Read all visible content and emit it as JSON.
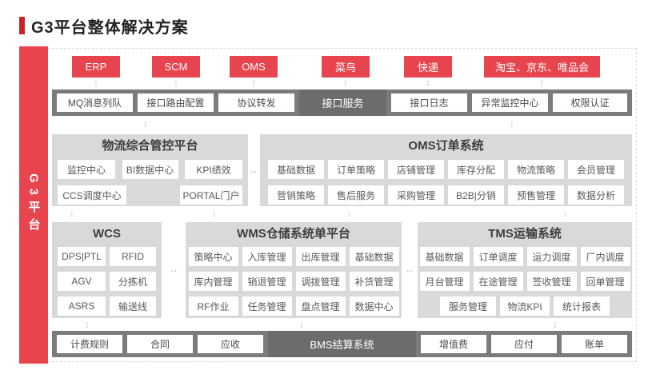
{
  "title": {
    "text": "G3平台整体解决方案"
  },
  "side_bar": {
    "label": "G3平台"
  },
  "sources": {
    "items": [
      "ERP",
      "SCM",
      "OMS",
      "菜鸟",
      "快递",
      "淘宝、京东、唯品会"
    ]
  },
  "interface_bar": {
    "label": "接口服务",
    "left": [
      "MQ消息列队",
      "接口路由配置",
      "协议转发"
    ],
    "right": [
      "接口日志",
      "异常监控中心",
      "权限认证"
    ]
  },
  "control_panel": {
    "title": "物流综合管控平台",
    "row1": [
      "监控中心",
      "BI数据中心",
      "KPI绩效"
    ],
    "row2": [
      "CCS调度中心",
      "PORTAL门户"
    ]
  },
  "oms_panel": {
    "title": "OMS订单系统",
    "items": [
      "基础数据",
      "订单策略",
      "店铺管理",
      "库存分配",
      "物流策略",
      "会员管理",
      "营销策略",
      "售后服务",
      "采购管理",
      "B2B|分销",
      "预售管理",
      "数据分析"
    ]
  },
  "wcs_panel": {
    "title": "WCS",
    "items": [
      "DPS|PTL",
      "RFID",
      "AGV",
      "分拣机",
      "ASRS",
      "输送线"
    ]
  },
  "wms_panel": {
    "title": "WMS仓储系统单平台",
    "items": [
      "策略中心",
      "入库管理",
      "出库管理",
      "基础数据",
      "库内管理",
      "销退管理",
      "调拨管理",
      "补货管理",
      "RF作业",
      "任务管理",
      "盘点管理",
      "数据中心"
    ]
  },
  "tms_panel": {
    "title": "TMS运输系统",
    "items": [
      "基础数据",
      "订单调度",
      "运力调度",
      "厂内调度",
      "月台管理",
      "在途管理",
      "签收管理",
      "回单管理"
    ],
    "last_row": [
      "服务管理",
      "物流KPI",
      "统计报表"
    ]
  },
  "bms_bar": {
    "label": "BMS结算系统",
    "left": [
      "计费规则",
      "合同",
      "应收"
    ],
    "right": [
      "增值费",
      "应付",
      "账单"
    ]
  },
  "icons": {
    "v_arrow": "↕",
    "h_arrow": "↔"
  },
  "colors": {
    "red": "#e8444d",
    "accent_red": "#c7232b",
    "bar_gray": "#7b7b7b",
    "bar_dark_segment": "#6c6c6c",
    "panel_gray": "#d9d9d9",
    "box_text": "#595959",
    "arrow_gray": "#c6c6c6"
  }
}
